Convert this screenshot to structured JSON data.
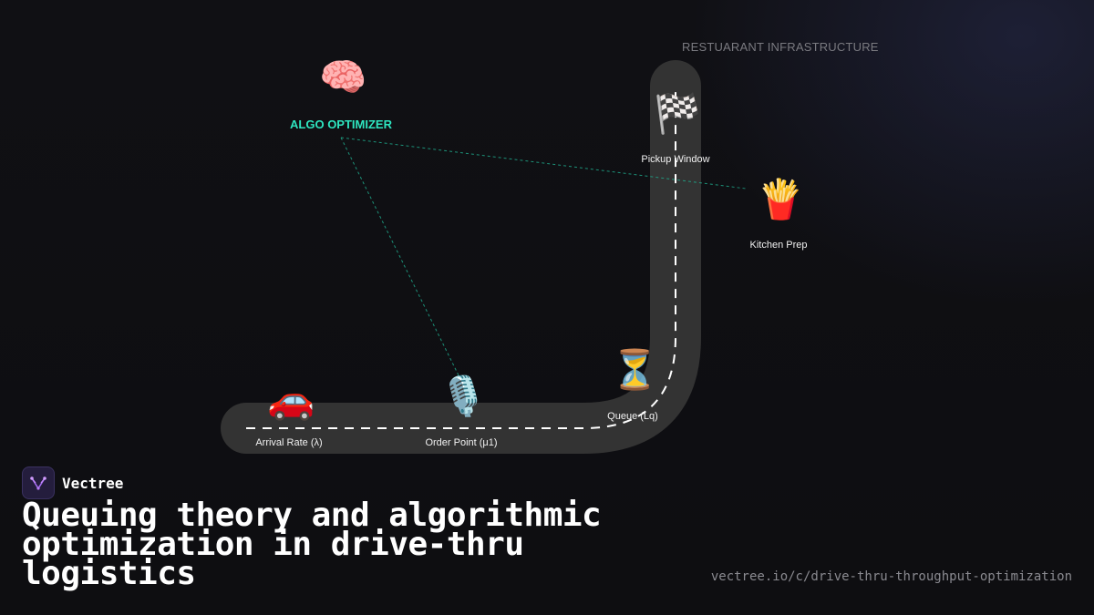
{
  "diagram": {
    "infrastructure_label": "RESTUARANT INFRASTRUCTURE",
    "optimizer": {
      "icon": "brain-icon",
      "glyph": "🧠",
      "label": "ALGO OPTIMIZER"
    },
    "nodes": [
      {
        "id": "arrival",
        "icon": "car-icon",
        "glyph": "🚗",
        "label": "Arrival Rate (λ)"
      },
      {
        "id": "order",
        "icon": "microphone-icon",
        "glyph": "🎙️",
        "label": "Order Point (μ1)"
      },
      {
        "id": "queue",
        "icon": "hourglass-icon",
        "glyph": "⏳",
        "label": "Queue (Lq)"
      },
      {
        "id": "pickup",
        "icon": "checkered-flag-icon",
        "glyph": "🏁",
        "label": "Pickup Window"
      },
      {
        "id": "kitchen",
        "icon": "fries-icon",
        "glyph": "🍟",
        "label": "Kitchen Prep"
      }
    ],
    "colors": {
      "road": "#333333",
      "lane": "#ffffff",
      "optimizer_link": "#1fa88a",
      "accent": "#2ee6c0"
    }
  },
  "brand": {
    "name": "Vectree"
  },
  "title": "Queuing theory and algorithmic optimization in drive-thru logistics",
  "url": "vectree.io/c/drive-thru-throughput-optimization"
}
